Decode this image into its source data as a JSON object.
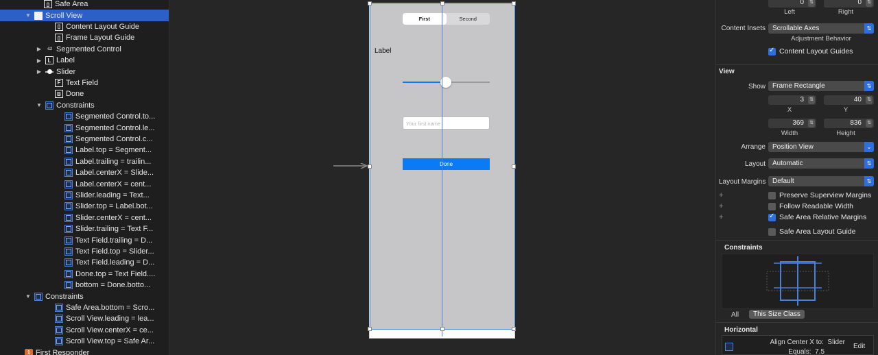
{
  "outline": {
    "rows": [
      {
        "label": "Safe Area",
        "indent": 64,
        "tri": "",
        "icon": "box",
        "glyph": "▯",
        "iconName": "safe-area-icon"
      },
      {
        "label": "Scroll View",
        "indent": 50,
        "tri": "▼",
        "icon": "fill",
        "glyph": "",
        "iconName": "scroll-view-icon",
        "selected": true
      },
      {
        "label": "Content Layout Guide",
        "indent": 80,
        "tri": "",
        "icon": "box",
        "glyph": "▯",
        "iconName": "layout-guide-icon"
      },
      {
        "label": "Frame Layout Guide",
        "indent": 80,
        "tri": "",
        "icon": "box",
        "glyph": "▯",
        "iconName": "layout-guide-icon"
      },
      {
        "label": "Segmented Control",
        "indent": 66,
        "tri": "▶",
        "icon": "seg",
        "glyph": "▪1 2",
        "iconName": "segmented-control-icon"
      },
      {
        "label": "Label",
        "indent": 66,
        "tri": "▶",
        "icon": "box",
        "glyph": "L",
        "iconName": "label-icon"
      },
      {
        "label": "Slider",
        "indent": 66,
        "tri": "▶",
        "icon": "slide",
        "glyph": "",
        "iconName": "slider-icon"
      },
      {
        "label": "Text Field",
        "indent": 80,
        "tri": "",
        "icon": "box",
        "glyph": "F",
        "iconName": "text-field-icon"
      },
      {
        "label": "Done",
        "indent": 80,
        "tri": "",
        "icon": "box",
        "glyph": "B",
        "iconName": "button-icon"
      },
      {
        "label": "Constraints",
        "indent": 66,
        "tri": "▼",
        "icon": "con",
        "glyph": "",
        "iconName": "constraints-icon"
      },
      {
        "label": "Segmented Control.to...",
        "indent": 94,
        "tri": "",
        "icon": "con",
        "glyph": "",
        "iconName": "constraint-icon"
      },
      {
        "label": "Segmented Control.le...",
        "indent": 94,
        "tri": "",
        "icon": "con",
        "glyph": "",
        "iconName": "constraint-icon"
      },
      {
        "label": "Segmented Control.c...",
        "indent": 94,
        "tri": "",
        "icon": "con",
        "glyph": "",
        "iconName": "constraint-icon"
      },
      {
        "label": "Label.top = Segment...",
        "indent": 94,
        "tri": "",
        "icon": "con",
        "glyph": "",
        "iconName": "constraint-icon"
      },
      {
        "label": "Label.trailing = trailin...",
        "indent": 94,
        "tri": "",
        "icon": "con",
        "glyph": "",
        "iconName": "constraint-icon"
      },
      {
        "label": "Label.centerX = Slide...",
        "indent": 94,
        "tri": "",
        "icon": "con",
        "glyph": "",
        "iconName": "constraint-icon"
      },
      {
        "label": "Label.centerX = cent...",
        "indent": 94,
        "tri": "",
        "icon": "con",
        "glyph": "",
        "iconName": "constraint-icon"
      },
      {
        "label": "Slider.leading = Text...",
        "indent": 94,
        "tri": "",
        "icon": "con",
        "glyph": "",
        "iconName": "constraint-icon"
      },
      {
        "label": "Slider.top = Label.bot...",
        "indent": 94,
        "tri": "",
        "icon": "con",
        "glyph": "",
        "iconName": "constraint-icon"
      },
      {
        "label": "Slider.centerX = cent...",
        "indent": 94,
        "tri": "",
        "icon": "con",
        "glyph": "",
        "iconName": "constraint-icon"
      },
      {
        "label": "Slider.trailing = Text F...",
        "indent": 94,
        "tri": "",
        "icon": "con",
        "glyph": "",
        "iconName": "constraint-icon"
      },
      {
        "label": "Text Field.trailing = D...",
        "indent": 94,
        "tri": "",
        "icon": "con",
        "glyph": "",
        "iconName": "constraint-icon"
      },
      {
        "label": "Text Field.top = Slider...",
        "indent": 94,
        "tri": "",
        "icon": "con",
        "glyph": "",
        "iconName": "constraint-icon"
      },
      {
        "label": "Text Field.leading = D...",
        "indent": 94,
        "tri": "",
        "icon": "con",
        "glyph": "",
        "iconName": "constraint-icon"
      },
      {
        "label": "Done.top = Text Field....",
        "indent": 94,
        "tri": "",
        "icon": "con",
        "glyph": "",
        "iconName": "constraint-icon"
      },
      {
        "label": "bottom = Done.botto...",
        "indent": 94,
        "tri": "",
        "icon": "con",
        "glyph": "",
        "iconName": "constraint-icon"
      },
      {
        "label": "Constraints",
        "indent": 50,
        "tri": "▼",
        "icon": "con",
        "glyph": "",
        "iconName": "constraints-icon"
      },
      {
        "label": "Safe Area.bottom = Scro...",
        "indent": 80,
        "tri": "",
        "icon": "con",
        "glyph": "",
        "iconName": "constraint-icon"
      },
      {
        "label": "Scroll View.leading = lea...",
        "indent": 80,
        "tri": "",
        "icon": "con",
        "glyph": "",
        "iconName": "constraint-icon"
      },
      {
        "label": "Scroll View.centerX = ce...",
        "indent": 80,
        "tri": "",
        "icon": "con",
        "glyph": "",
        "iconName": "constraint-icon"
      },
      {
        "label": "Scroll View.top = Safe Ar...",
        "indent": 80,
        "tri": "",
        "icon": "con",
        "glyph": "",
        "iconName": "constraint-icon"
      },
      {
        "label": "First Responder",
        "indent": 36,
        "tri": "",
        "icon": "resp",
        "glyph": "1",
        "iconName": "first-responder-icon"
      }
    ]
  },
  "canvas": {
    "segmented": {
      "first": "First",
      "second": "Second"
    },
    "label": "Label",
    "slider_value": 0.5,
    "textfield_placeholder": "Your first name",
    "done": "Done"
  },
  "inspector": {
    "top_left_value": "0",
    "top_right_value": "0",
    "left_cap": "Left",
    "right_cap": "Right",
    "content_insets_label": "Content Insets",
    "content_insets_value": "Scrollable Axes",
    "adjustment_behavior": "Adjustment Behavior",
    "content_layout_guides": "Content Layout Guides",
    "view_section": "View",
    "show_label": "Show",
    "show_value": "Frame Rectangle",
    "x_value": "3",
    "y_value": "40",
    "x_cap": "X",
    "y_cap": "Y",
    "width_value": "369",
    "height_value": "836",
    "width_cap": "Width",
    "height_cap": "Height",
    "arrange_label": "Arrange",
    "arrange_value": "Position View",
    "layout_label": "Layout",
    "layout_value": "Automatic",
    "layout_margins_label": "Layout Margins",
    "layout_margins_value": "Default",
    "preserve_superview": "Preserve Superview Margins",
    "follow_readable": "Follow Readable Width",
    "safe_area_relative": "Safe Area Relative Margins",
    "safe_area_layout_guide": "Safe Area Layout Guide",
    "constraints_section": "Constraints",
    "filter_all": "All",
    "filter_size_class": "This Size Class",
    "horizontal_section": "Horizontal",
    "align_line1": "Align Center X to:  Slider",
    "align_line2": "Equals:  7.5",
    "edit": "Edit",
    "accent": "#2e6fdb"
  }
}
